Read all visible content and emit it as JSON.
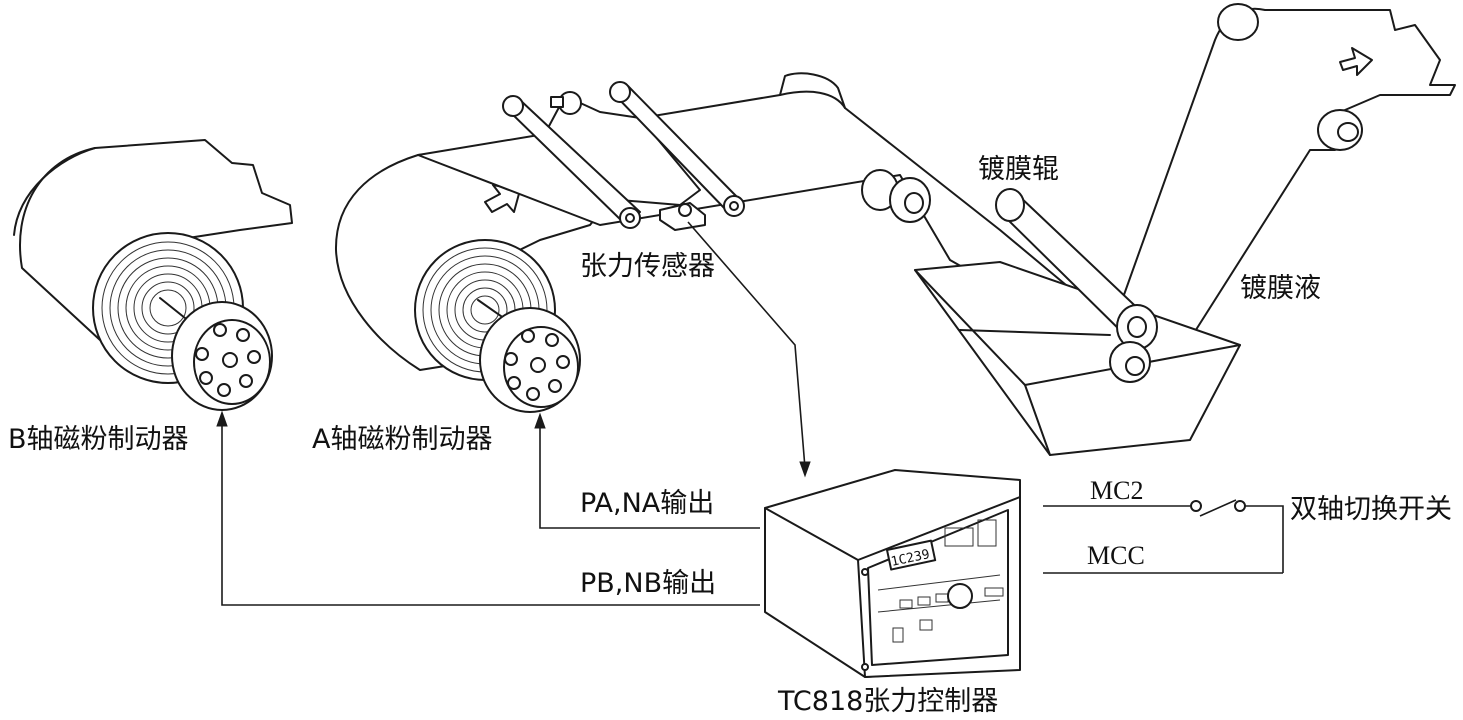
{
  "labels": {
    "brake_b": "B轴磁粉制动器",
    "brake_a": "A轴磁粉制动器",
    "tension_sensor": "张力传感器",
    "coating_roller": "镀膜辊",
    "coating_liquid": "镀膜液",
    "output_pa_na": "PA,NA输出",
    "output_pb_nb": "PB,NB输出",
    "mc2": "MC2",
    "mcc": "MCC",
    "dual_axis_switch": "双轴切换开关",
    "controller": "TC818张力控制器"
  },
  "controller_display": "1C239"
}
